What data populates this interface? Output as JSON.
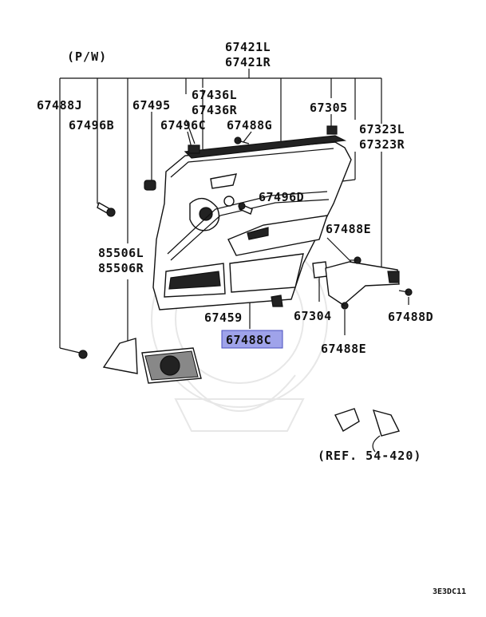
{
  "diagram": {
    "variant_note": "(P/W)",
    "reference_note": "(REF. 54-420)",
    "drawing_code": "3E3DC11",
    "highlighted_part": "67488C",
    "highlight_color": "#9fa3ea",
    "labels": {
      "p67421L": "67421L",
      "p67421R": "67421R",
      "p67436L": "67436L",
      "p67436R": "67436R",
      "p67488J": "67488J",
      "p67495": "67495",
      "p67496B": "67496B",
      "p67496C": "67496C",
      "p67488G": "67488G",
      "p67305": "67305",
      "p67323L": "67323L",
      "p67323R": "67323R",
      "p67496D": "67496D",
      "p67488E_top": "67488E",
      "p85506L": "85506L",
      "p85506R": "85506R",
      "p67459": "67459",
      "p67304": "67304",
      "p67488D": "67488D",
      "p67488C": "67488C",
      "p67488E_bottom": "67488E"
    }
  }
}
